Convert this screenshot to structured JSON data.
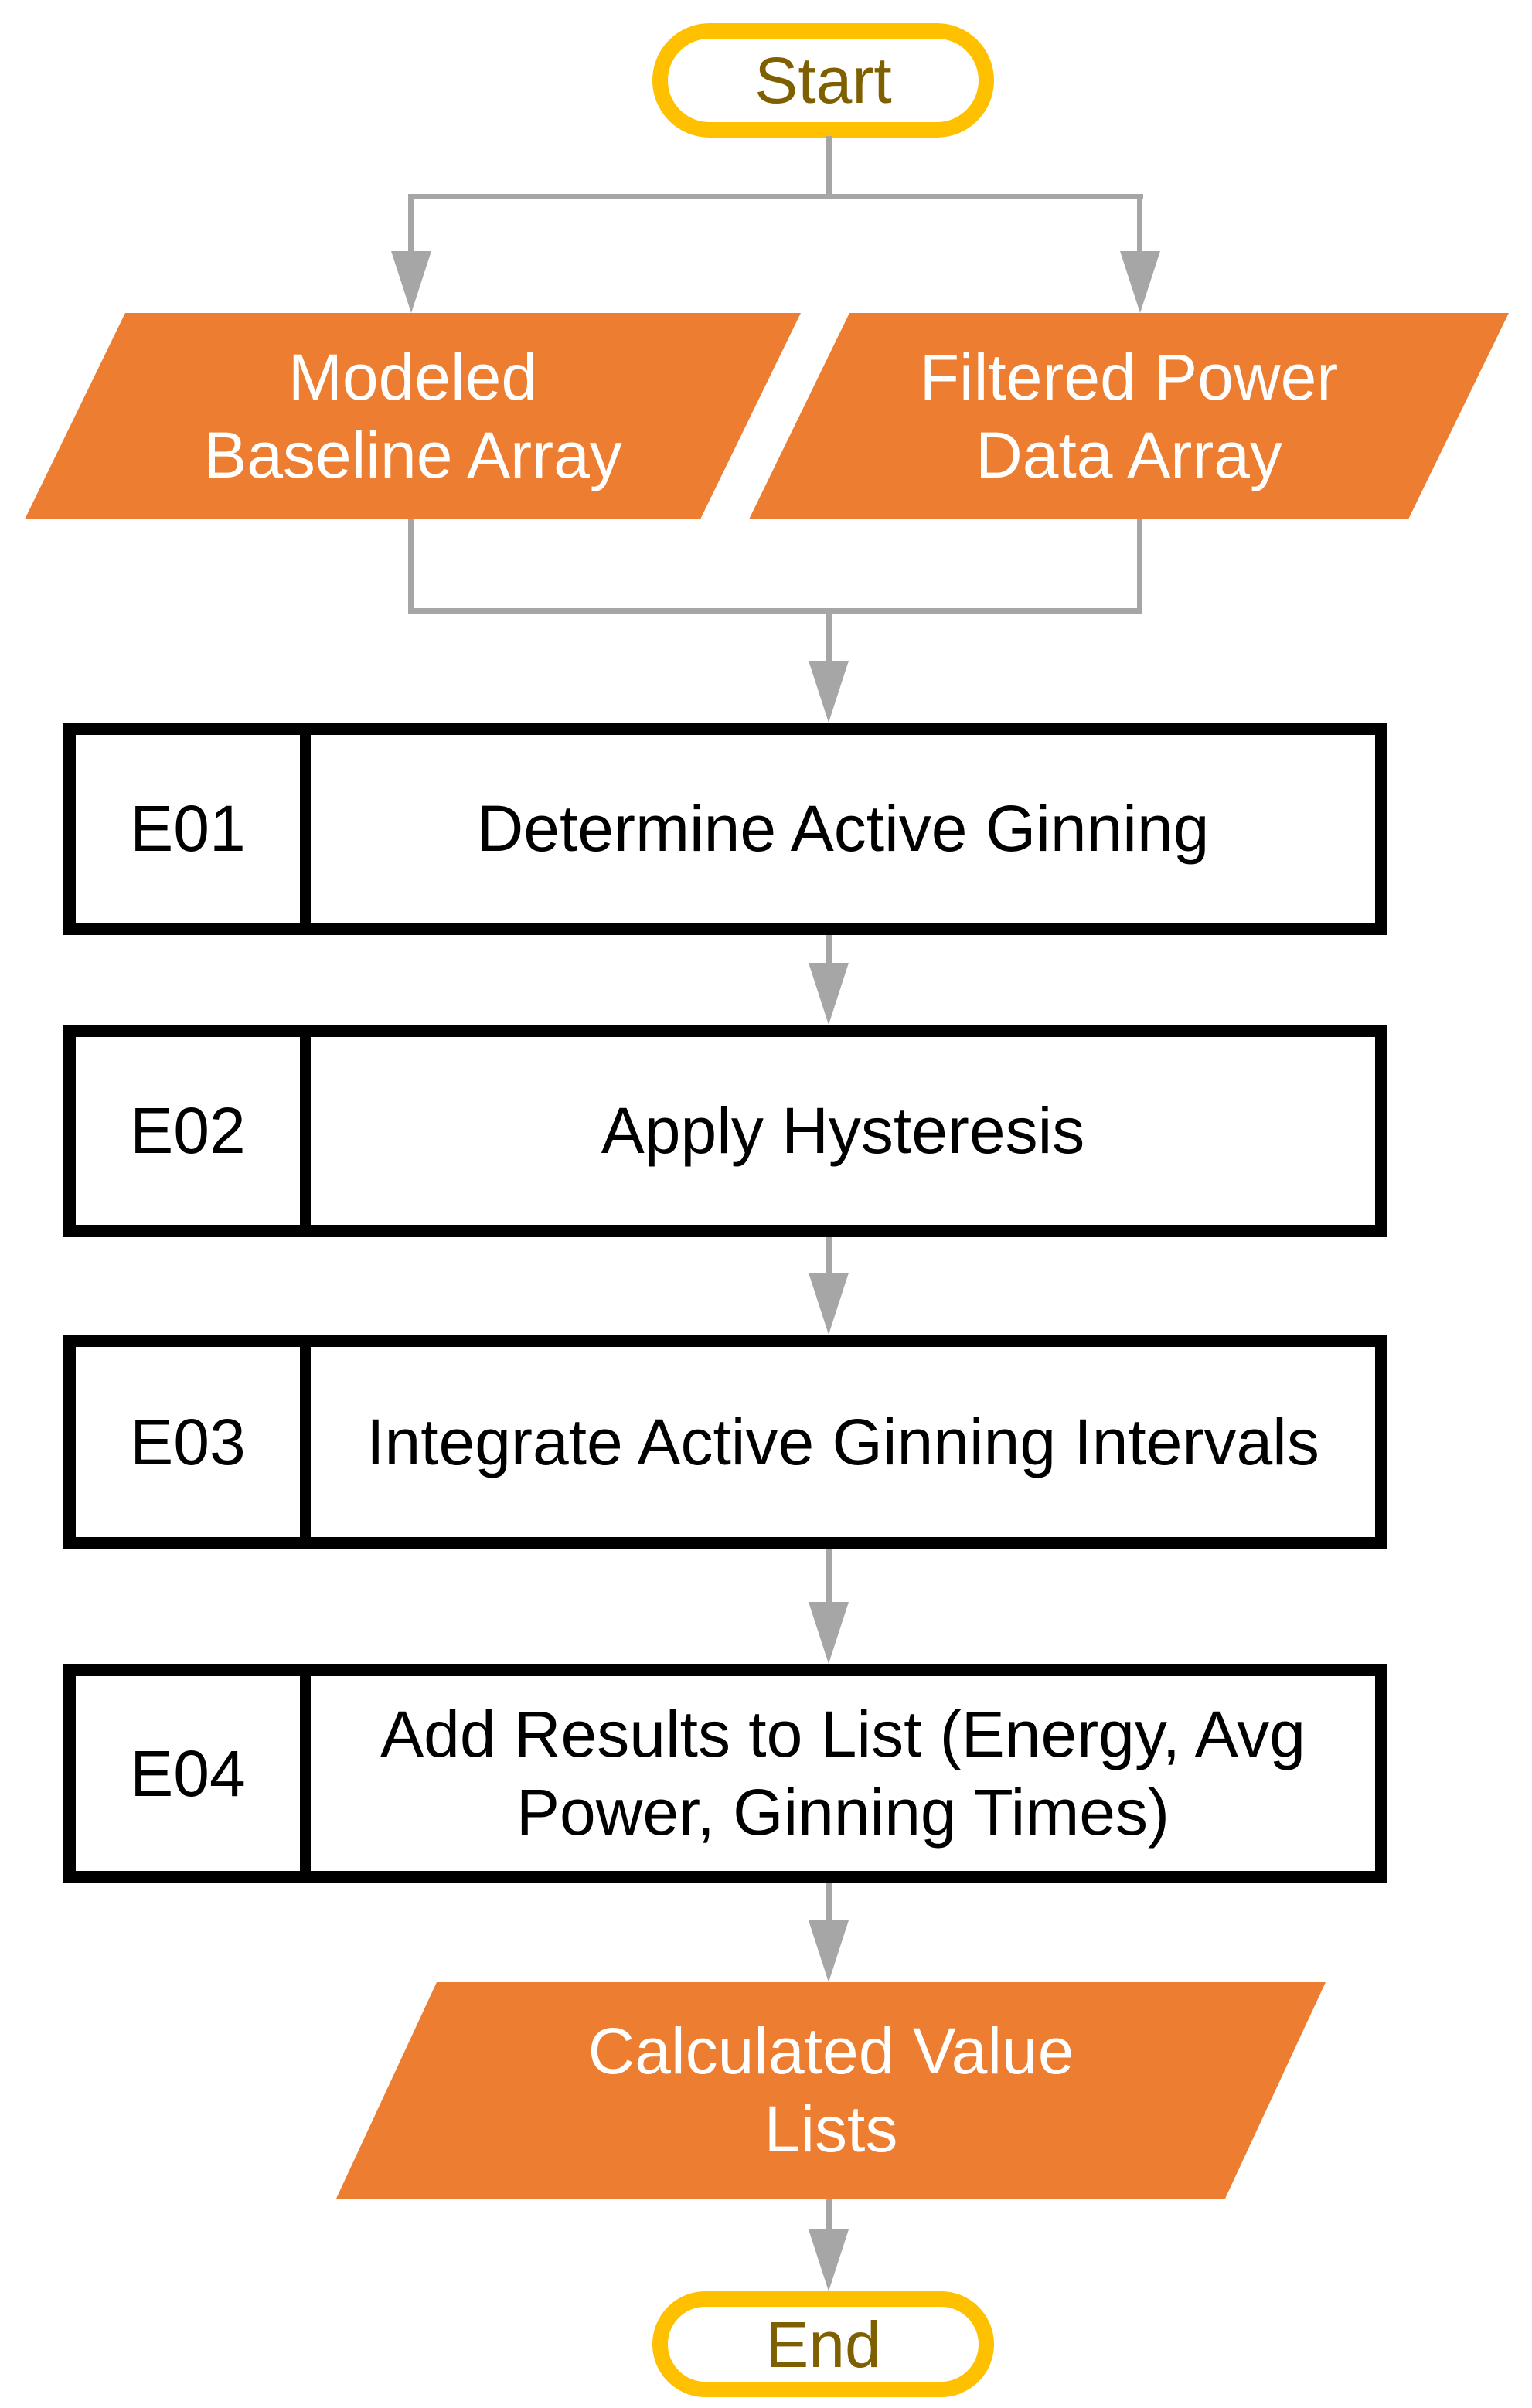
{
  "colors": {
    "orange": "#ED7D31",
    "yellow": "#FFC000",
    "gold_text": "#7F6000",
    "connector_gray": "#A6A6A6",
    "border_black": "#000000"
  },
  "start": {
    "label": "Start"
  },
  "end": {
    "label": "End"
  },
  "inputs": [
    {
      "lines": [
        "Modeled",
        "Baseline Array"
      ]
    },
    {
      "lines": [
        "Filtered Power",
        "Data Array"
      ]
    }
  ],
  "processes": [
    {
      "id": "E01",
      "label": "Determine Active Ginning"
    },
    {
      "id": "E02",
      "label": "Apply Hysteresis"
    },
    {
      "id": "E03",
      "label": "Integrate Active Ginning Intervals"
    },
    {
      "id": "E04",
      "label": "Add Results to List (Energy, Avg Power, Ginning Times)"
    }
  ],
  "output": {
    "lines": [
      "Calculated Value",
      "Lists"
    ]
  }
}
